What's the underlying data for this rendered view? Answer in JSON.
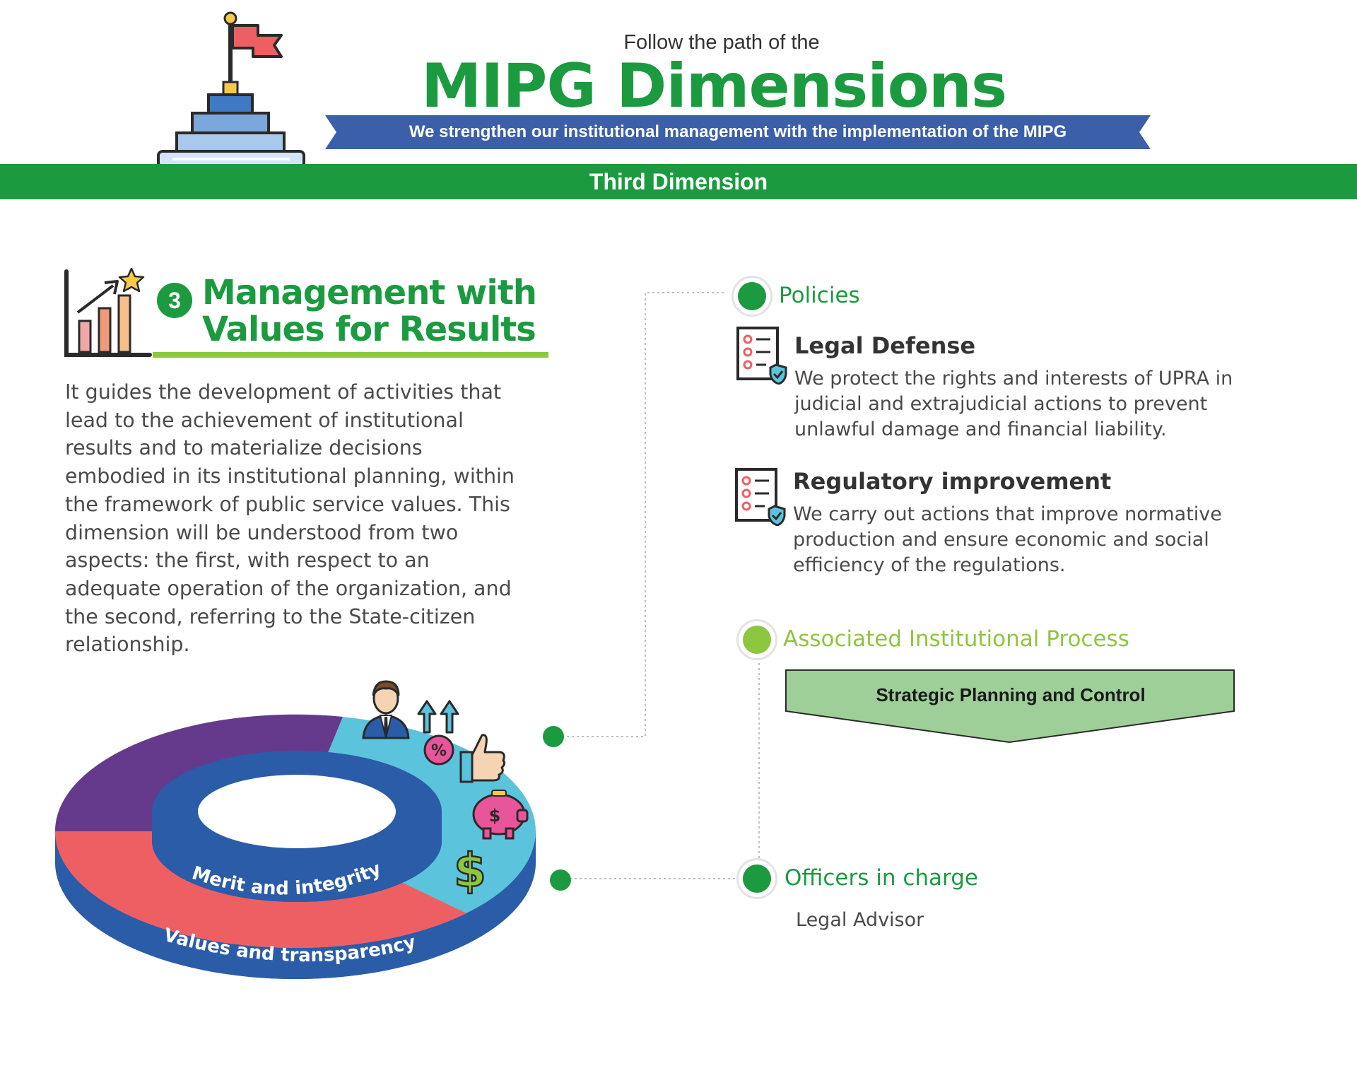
{
  "header": {
    "kicker": "Follow the path of the",
    "title": "MIPG Dimensions",
    "banner": "We strengthen our institutional management with the implementation of the MIPG",
    "section_bar": "Third Dimension"
  },
  "dimension": {
    "number": "3",
    "title_line1": "Management with",
    "title_line2": "Values for Results",
    "body_lines": [
      "It guides the development of activities that",
      "lead to the achievement of institutional",
      "results and to materialize decisions",
      "embodied in its institutional planning, within",
      "the framework of public service values. This",
      "dimension will be understood from two",
      "aspects: the first, with respect to an",
      "adequate operation of the organization, and",
      "the second, referring to the State-citizen",
      "relationship."
    ]
  },
  "policies": {
    "label": "Policies",
    "items": [
      {
        "title": "Legal Defense",
        "desc_lines": [
          "We protect the rights and interests of UPRA in",
          "judicial and extrajudicial actions to prevent",
          "unlawful damage and financial liability."
        ]
      },
      {
        "title": "Regulatory improvement",
        "desc_lines": [
          "We carry out actions that improve normative",
          "production and ensure economic and social",
          "efficiency of the regulations."
        ]
      }
    ]
  },
  "process": {
    "label": "Associated Institutional Process",
    "value": "Strategic Planning and Control"
  },
  "officers": {
    "label": "Officers in charge",
    "value": "Legal Advisor"
  },
  "ring": {
    "inner_label": "Merit and integrity",
    "outer_label": "Values and transparency"
  },
  "colors": {
    "green": "#1b9a3f",
    "lime": "#8dc63f",
    "blue": "#3b5fa8",
    "purple": "#653a8c",
    "coral": "#ee5f64",
    "cyan": "#5cc3dc",
    "ring_blue": "#2b5ca8"
  }
}
